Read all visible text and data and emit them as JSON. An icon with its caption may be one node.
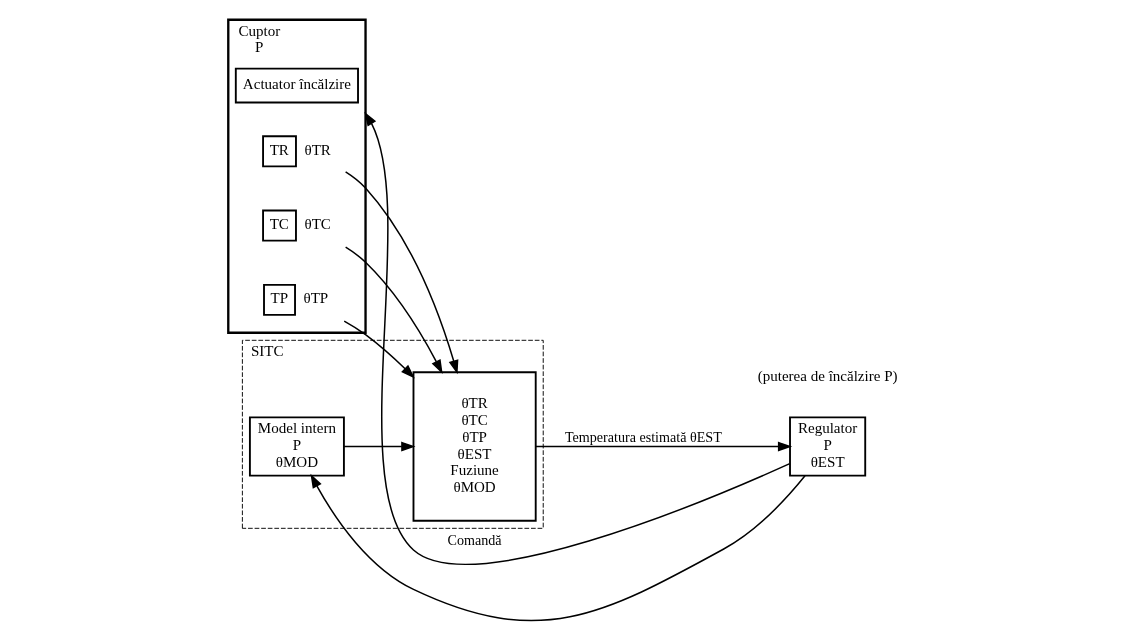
{
  "diagram": {
    "nodes": [
      {
        "text": [
          "Cuptor",
          "P"
        ]
      },
      {
        "text": [
          "Actuator încălzire"
        ],
        "in": 0
      },
      {
        "text": [
          "TR"
        ],
        "in": 0,
        "beside": [
          "θTR"
        ]
      },
      {
        "text": [
          "TC"
        ],
        "in": 0,
        "beside": [
          "θTC"
        ]
      },
      {
        "text": [
          "TP"
        ],
        "in": 0,
        "beside": [
          "θTP"
        ]
      },
      {
        "text": [
          "SITC"
        ]
      },
      {
        "text": [
          "Model intern",
          "P",
          "θMOD"
        ],
        "in": 5
      },
      {
        "text": [
          "θTR",
          "θTC",
          "θTP",
          "θEST",
          "Fuziune",
          "θMOD"
        ],
        "in": 5
      },
      {
        "text": [
          "Regulator",
          "P",
          "θEST"
        ]
      }
    ],
    "edges": [
      {
        "from": 2,
        "to": 7,
        "arrow": "to"
      },
      {
        "from": 3,
        "to": 7,
        "arrow": "to"
      },
      {
        "from": 4,
        "to": 7,
        "arrow": "to"
      },
      {
        "from": 6,
        "to": 7,
        "arrow": "to"
      },
      {
        "from": 7,
        "to": 8,
        "arrow": "to",
        "label": "Temperatura estimată θEST"
      },
      {
        "from": 8,
        "to": 0,
        "arrow": "to",
        "label": "Comandă"
      },
      {
        "from": 8,
        "to": 6,
        "arrow": "to"
      }
    ],
    "labels": [
      "(puterea de încălzire P)"
    ]
  }
}
